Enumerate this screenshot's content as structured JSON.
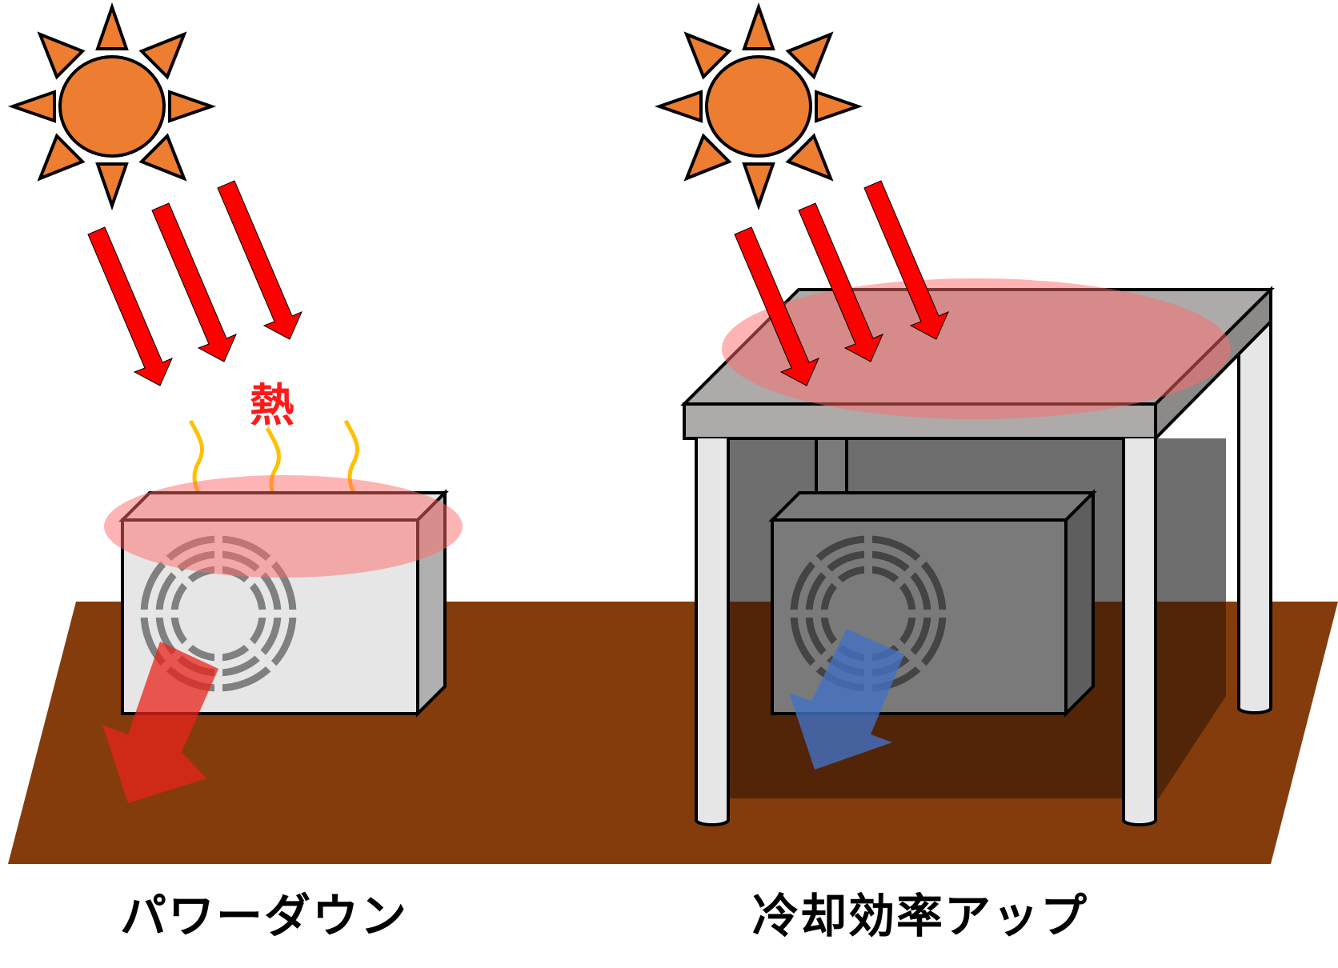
{
  "labels": {
    "heat": "熱",
    "left_caption": "パワーダウン",
    "right_caption": "冷却効率アップ"
  },
  "colors": {
    "sun": "#ED7D31",
    "sunlight_arrow": "#FF0000",
    "heat_wave": "#FFC000",
    "ground": "#843C0C",
    "unit_light": "#E6E6E6",
    "unit_dark": "#7A7A7A",
    "table_top": "#ADAAA9",
    "hot_airflow": "#E03020",
    "cool_airflow": "#4472C4"
  },
  "icons": [
    "sun-icon",
    "sun-icon",
    "fan-icon",
    "fan-icon"
  ]
}
